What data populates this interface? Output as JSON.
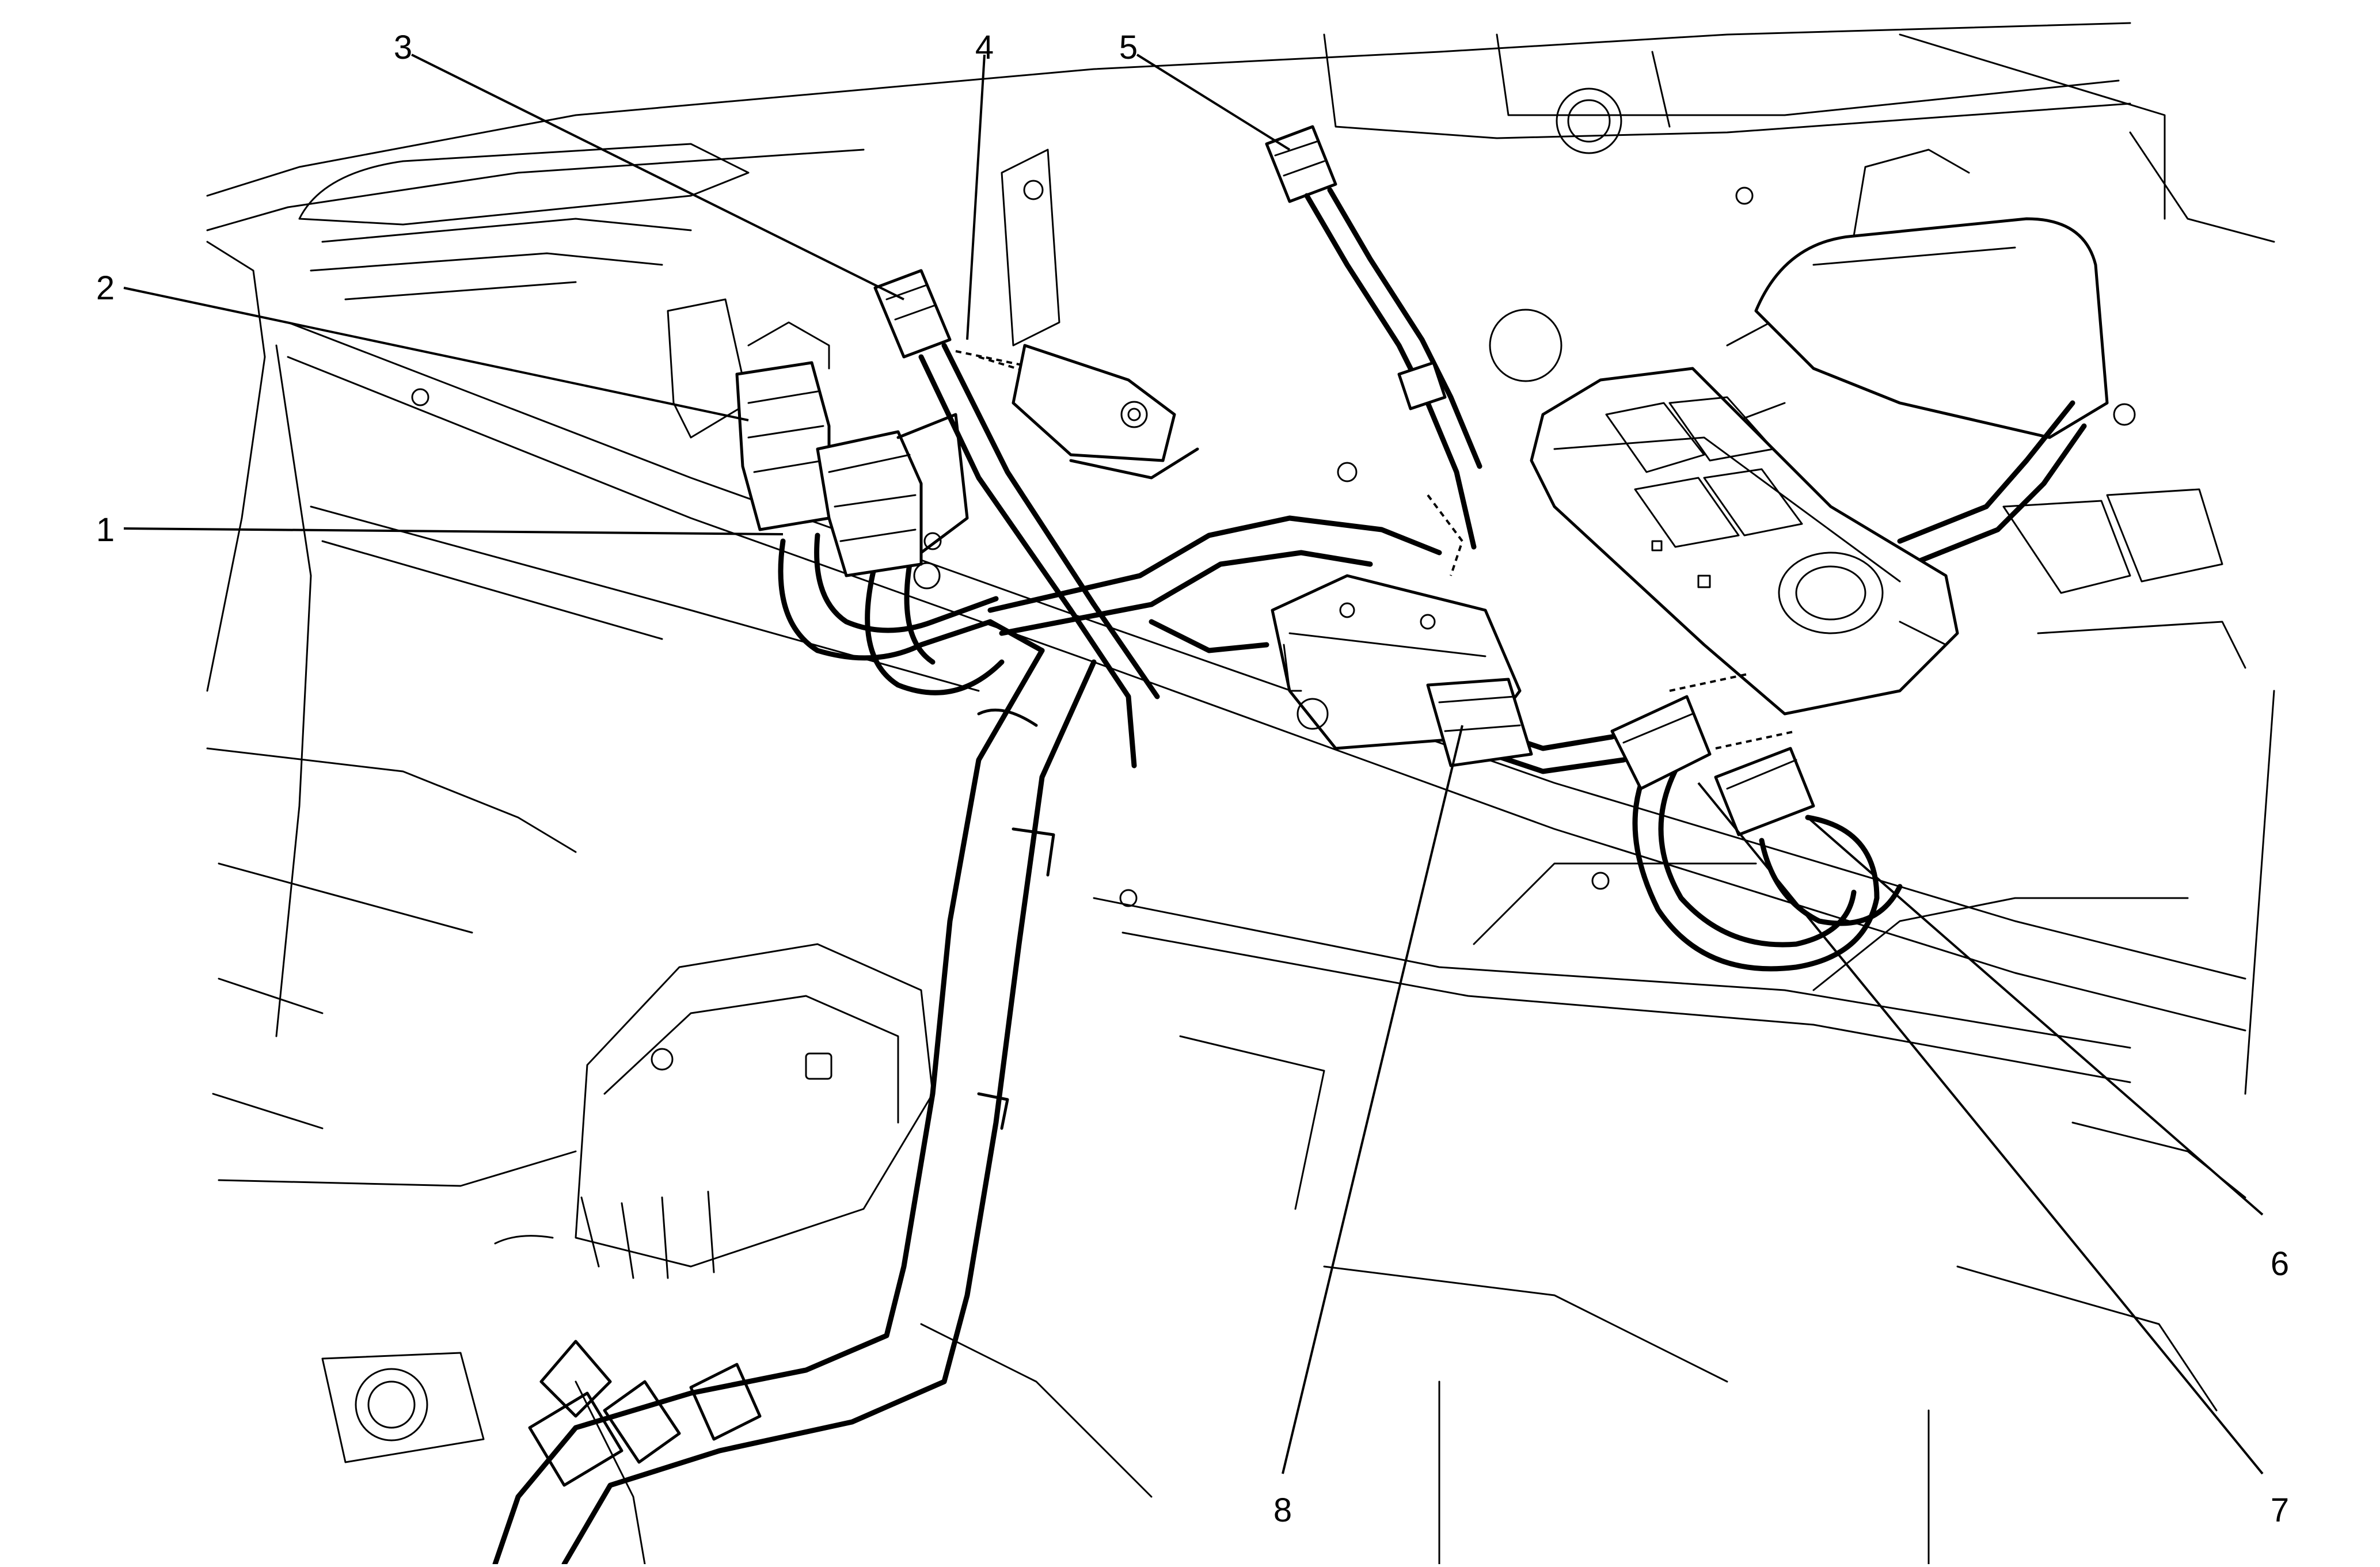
{
  "figure": {
    "callouts": [
      {
        "id": "c1",
        "label": "1"
      },
      {
        "id": "c2",
        "label": "2"
      },
      {
        "id": "c3",
        "label": "3"
      },
      {
        "id": "c4",
        "label": "4"
      },
      {
        "id": "c5",
        "label": "5"
      },
      {
        "id": "c6",
        "label": "6"
      },
      {
        "id": "c7",
        "label": "7"
      },
      {
        "id": "c8",
        "label": "8"
      }
    ]
  }
}
